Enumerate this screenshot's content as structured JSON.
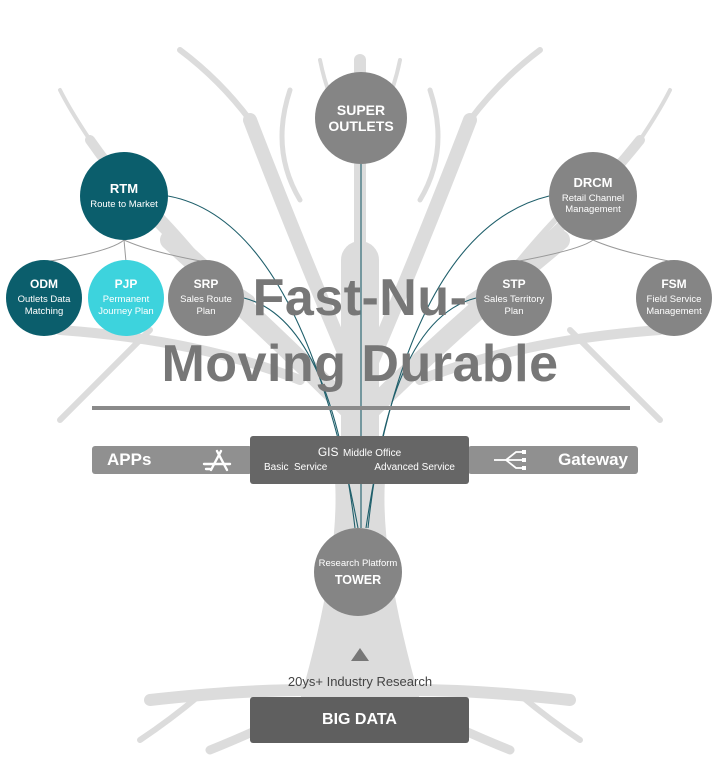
{
  "colors": {
    "node_gray": "#858585",
    "node_dark_teal": "#0b5e6c",
    "node_light_teal": "#3dd3dd",
    "tree_silhouette": "#dcdcdc",
    "connector_line": "#1f5f6b",
    "title_text": "#777777",
    "gis_box": "#666666",
    "big_data_box": "#5f5f5f"
  },
  "nodes": {
    "super_outlets": {
      "line1": "SUPER",
      "line2": "OUTLETS"
    },
    "rtm": {
      "code": "RTM",
      "label": "Route to Market"
    },
    "drcm": {
      "code": "DRCM",
      "label_line1": "Retail Channel",
      "label_line2": "Management"
    },
    "odm": {
      "code": "ODM",
      "label_line1": "Outlets Data",
      "label_line2": "Matching"
    },
    "pjp": {
      "code": "PJP",
      "label_line1": "Permanent",
      "label_line2": "Journey Plan"
    },
    "srp": {
      "code": "SRP",
      "label_line1": "Sales Route",
      "label_line2": "Plan"
    },
    "stp": {
      "code": "STP",
      "label_line1": "Sales Territory",
      "label_line2": "Plan"
    },
    "fsm": {
      "code": "FSM",
      "label_line1": "Field Service",
      "label_line2": "Management"
    },
    "tower": {
      "label": "Research Platform",
      "code": "TOWER"
    }
  },
  "title": {
    "line1": "Fast-Nu-",
    "line2": "Moving Durable"
  },
  "apps": {
    "label": "APPs",
    "icon": "app-store-icon"
  },
  "gateway": {
    "label": "Gateway",
    "icon": "gateway-fork-icon"
  },
  "gis": {
    "title": "GIS",
    "title_suffix": "Middle Office",
    "basic": "Basic  Service",
    "advanced": "Advanced Service"
  },
  "research": {
    "text": "20ys+ Industry Research",
    "icon": "up-arrow-icon"
  },
  "big_data": {
    "label": "BIG DATA"
  }
}
